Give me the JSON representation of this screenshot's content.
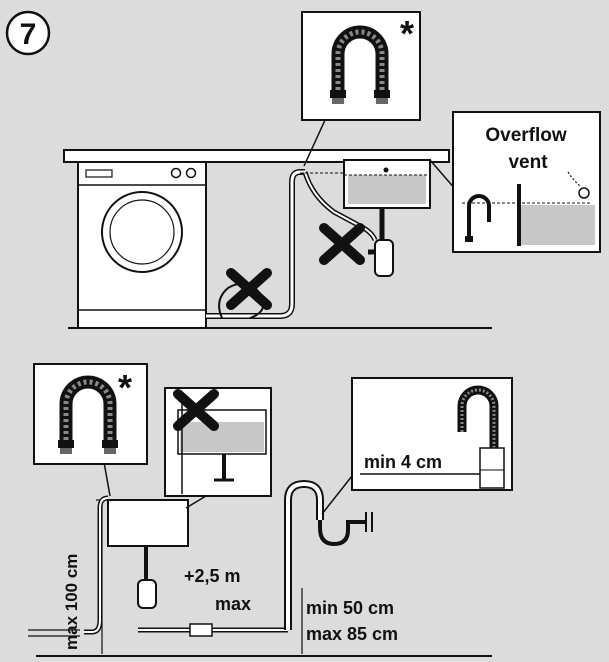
{
  "step": "7",
  "asterisk": "*",
  "overflow_vent": "Overflow vent",
  "overflow_line1": "Overflow",
  "overflow_line2": "vent",
  "min_4cm": "min 4 cm",
  "extension": "+2,5 m",
  "extension_max": "max",
  "max_height": "max 100 cm",
  "min_height": "min 50 cm",
  "max_height_2": "max 85 cm",
  "colors": {
    "background": "#dcdcdc",
    "line": "#111111",
    "panel": "#ffffff",
    "water": "#c8c8c8"
  }
}
